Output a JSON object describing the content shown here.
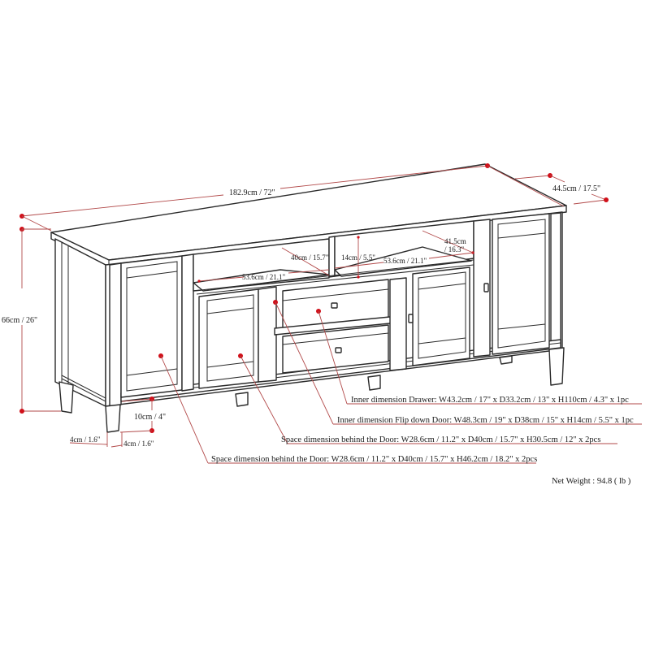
{
  "dimensions": {
    "overall_width": "182.9cm / 72\"",
    "overall_depth": "44.5cm / 17.5\"",
    "overall_height": "66cm / 26\"",
    "shelf_depth_left": "40cm / 15.7\"",
    "shelf_height": "14cm / 5.5\"",
    "shelf_width_left": "53.6cm / 21.1\"",
    "shelf_width_right": "53.6cm / 21.1\"",
    "shelf_depth_right_cm": "41.5cm",
    "shelf_depth_right_in": "/ 16.3\"",
    "leg_clearance": "10cm / 4\"",
    "leg_width_front": "4cm / 1.6\"",
    "leg_width_side": "4cm / 1.6\""
  },
  "callouts": [
    {
      "label": "Inner dimension Drawer: W43.2cm / 17\" x D33.2cm / 13\" x H110cm / 4.3\" x 1pc"
    },
    {
      "label": "Inner dimension Flip down Door: W48.3cm / 19\" x D38cm / 15\" x H14cm / 5.5\" x 1pc"
    },
    {
      "label": "Space dimension behind the Door: W28.6cm / 11.2\" x D40cm / 15.7\" x H30.5cm / 12\" x 2pcs"
    },
    {
      "label": "Space dimension behind the Door:  W28.6cm / 11.2\" x D40cm / 15.7\" x H46.2cm / 18.2\" x 2pcs"
    }
  ],
  "net_weight": "Net Weight : 94.8 ( lb )",
  "colors": {
    "line": "#2a2a2a",
    "dimension_line": "#b24a4a",
    "marker": "#d0101a",
    "background": "#ffffff"
  }
}
